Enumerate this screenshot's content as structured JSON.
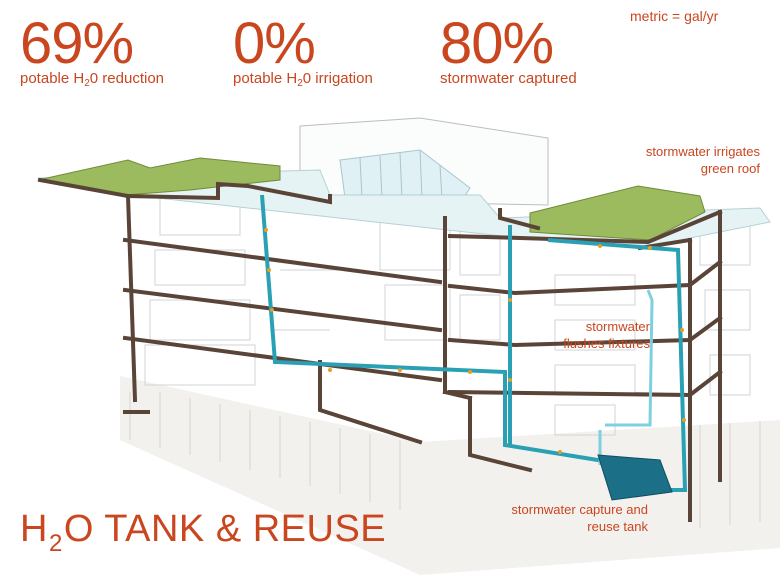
{
  "header": {
    "metric_note": "metric = gal/yr",
    "stats": [
      {
        "value": "69%",
        "label_pre": "potable H",
        "label_sub": "2",
        "label_post": "0 reduction"
      },
      {
        "value": "0%",
        "label_pre": "potable H",
        "label_sub": "2",
        "label_post": "0 irrigation"
      },
      {
        "value": "80%",
        "label_pre": "stormwater captured",
        "label_sub": "",
        "label_post": ""
      }
    ]
  },
  "callouts": {
    "green_roof": [
      "stormwater irrigates",
      "green roof"
    ],
    "fixtures": [
      "stormwater",
      "flushes fixtures"
    ],
    "tank": [
      "stormwater capture and",
      "reuse tank"
    ]
  },
  "title": {
    "pre": "H",
    "sub": "2",
    "post": "O TANK & REUSE"
  },
  "colors": {
    "accent": "#c9461f",
    "structure": "#5a4438",
    "roof_green": "#9cbb5e",
    "pipe": "#2aa0b4",
    "tank": "#1b6f86",
    "glass": "#dff1f4"
  }
}
